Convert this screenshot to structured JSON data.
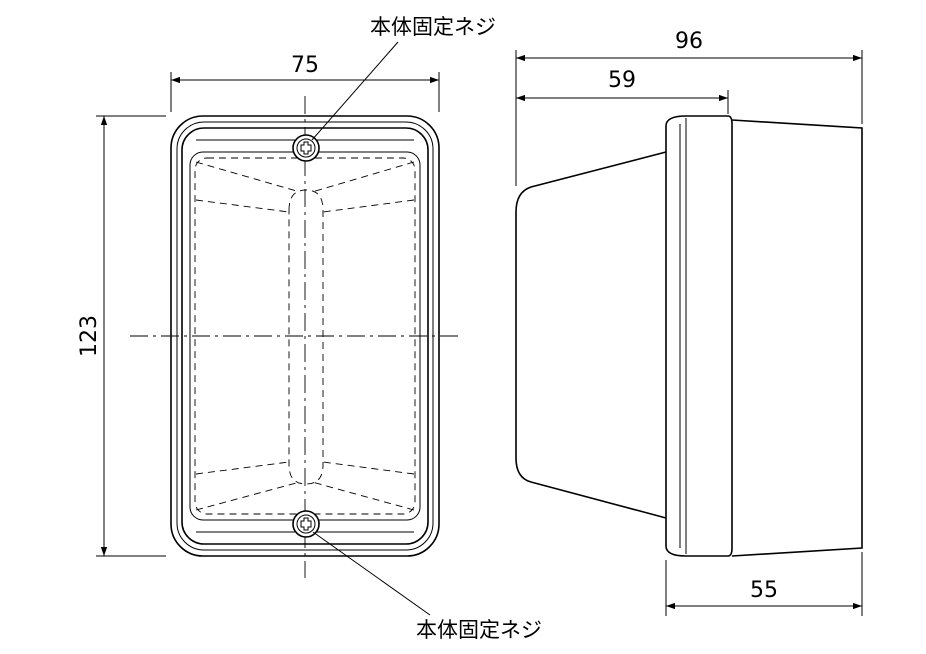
{
  "dimensions": {
    "front_width": "75",
    "front_height": "123",
    "side_total_depth": "96",
    "side_front_depth": "59",
    "side_back_depth": "55"
  },
  "labels": {
    "top_screw": "本体固定ネジ",
    "bottom_screw": "本体固定ネジ"
  }
}
